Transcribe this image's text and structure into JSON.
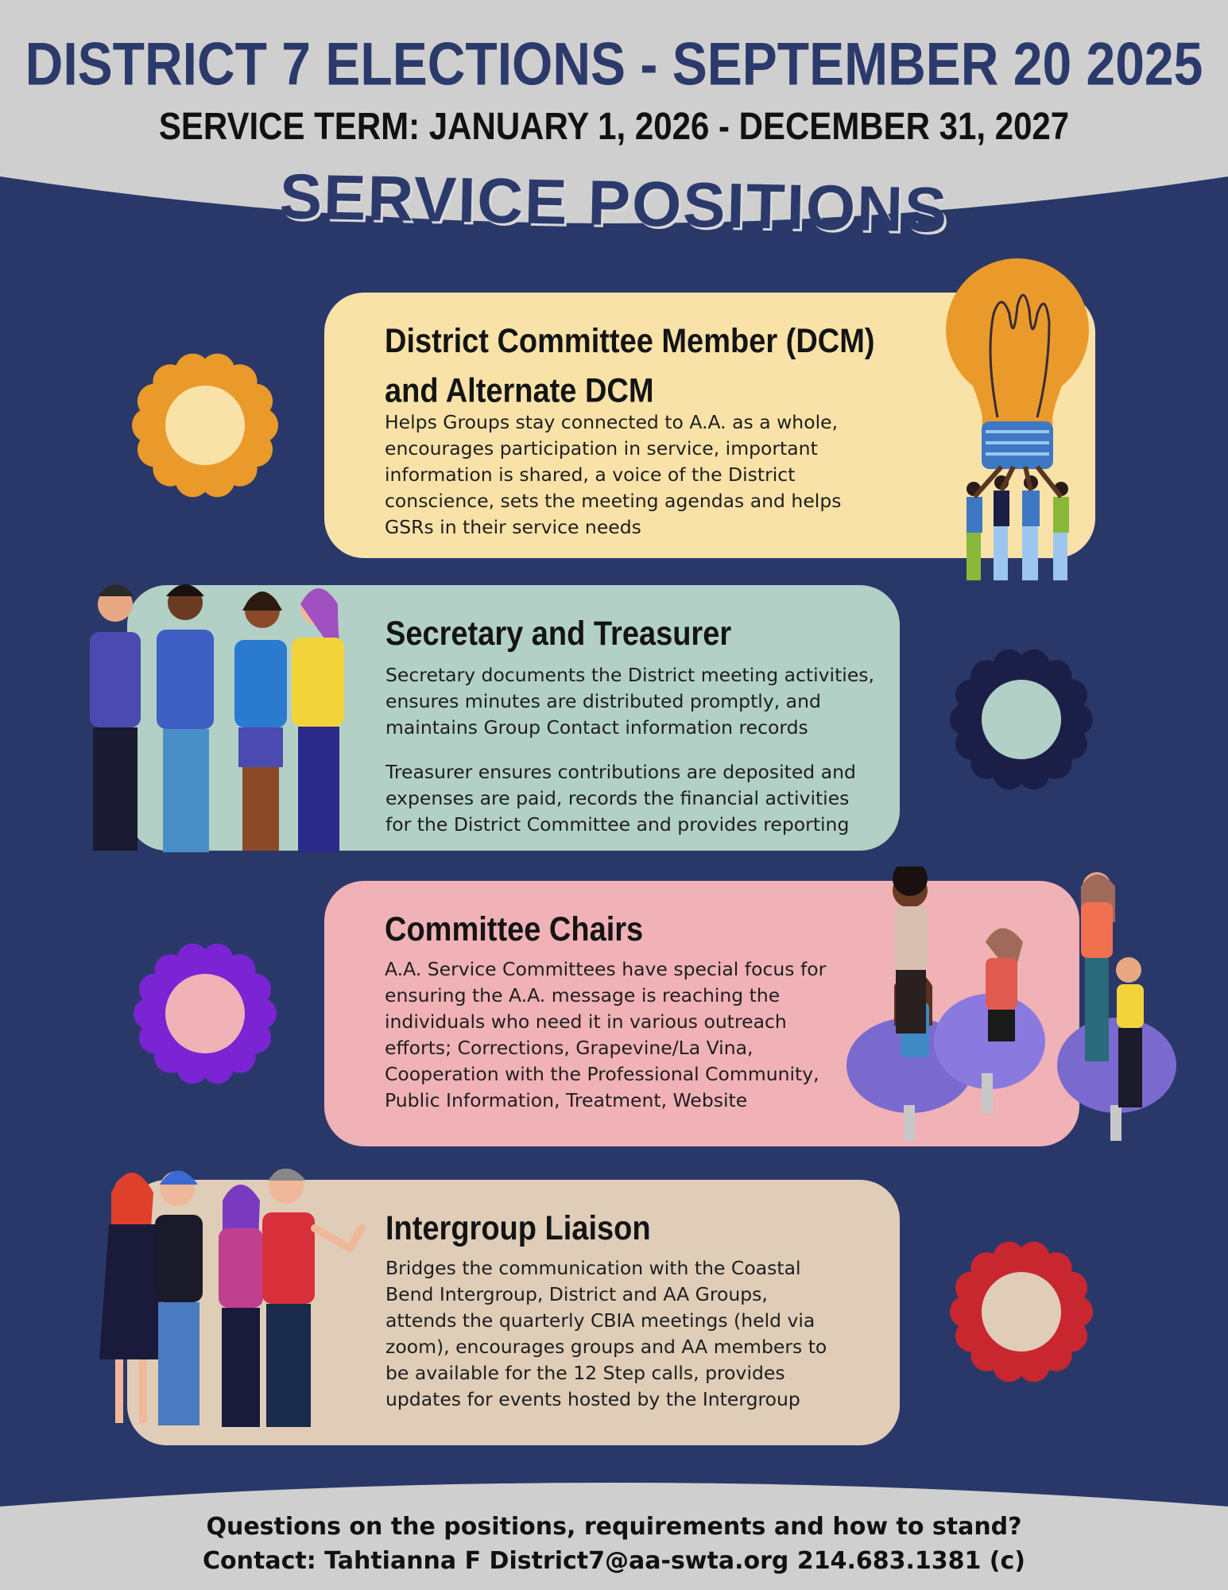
{
  "header": {
    "title": "DISTRICT 7 ELECTIONS  - SEPTEMBER 20 2025",
    "term": "SERVICE TERM: JANUARY 1, 2026 - DECEMBER 31, 2027",
    "heading": "SERVICE POSITIONS"
  },
  "positions": [
    {
      "title_line1": "District Committee Member (DCM)",
      "title_line2": "and Alternate DCM",
      "desc": [
        "Helps Groups stay connected to A.A. as a whole,",
        "encourages participation in service, important",
        "information is shared, a voice of the District",
        "conscience, sets the meeting agendas and helps",
        "GSRs in their service needs"
      ]
    },
    {
      "title_line1": "Secretary and Treasurer",
      "desc": [
        "Secretary documents the District meeting activities,",
        "ensures minutes are distributed promptly, and",
        "maintains Group Contact information records"
      ],
      "desc2": [
        "Treasurer  ensures contributions are deposited and",
        "expenses are paid, records the financial activities",
        "for the District Committee and provides reporting"
      ]
    },
    {
      "title_line1": "Committee Chairs",
      "desc": [
        "A.A. Service Committees have special focus for",
        "ensuring the A.A. message is reaching the",
        "individuals who need it in various outreach",
        "efforts; Corrections, Grapevine/La Vina,",
        "Cooperation with the Professional Community,",
        "Public Information, Treatment, Website"
      ]
    },
    {
      "title_line1": "Intergroup Liaison",
      "desc": [
        "Bridges the communication with the Coastal",
        "Bend Intergroup, District and AA Groups,",
        "attends the quarterly CBIA meetings (held via",
        "zoom), encourages groups and AA members to",
        "be available for the 12 Step calls, provides",
        "updates for events hosted by the Intergroup"
      ]
    }
  ],
  "footer": {
    "line1": "Questions on the positions, requirements and how to stand?",
    "line2": "Contact: Tahtianna F   District7@aa-swta.org   214.683.1381 (c)"
  },
  "colors": {
    "background": "#2a3869",
    "band": "#cfcfcf",
    "card_dcm": "#f8e2a8",
    "card_secretary": "#b2d0c6",
    "card_chairs": "#f0b2b6",
    "card_liaison": "#dfcdb8",
    "flower_orange": "#ea9a2a",
    "flower_navy": "#1b1f48",
    "flower_purple": "#7a24d4",
    "flower_red": "#c9272f"
  },
  "icons": [
    "flower-orange-icon",
    "flower-navy-icon",
    "flower-purple-icon",
    "flower-red-icon",
    "lightbulb-teamwork-icon",
    "group-of-friends-icon",
    "people-in-chairs-icon",
    "group-waving-icon"
  ]
}
